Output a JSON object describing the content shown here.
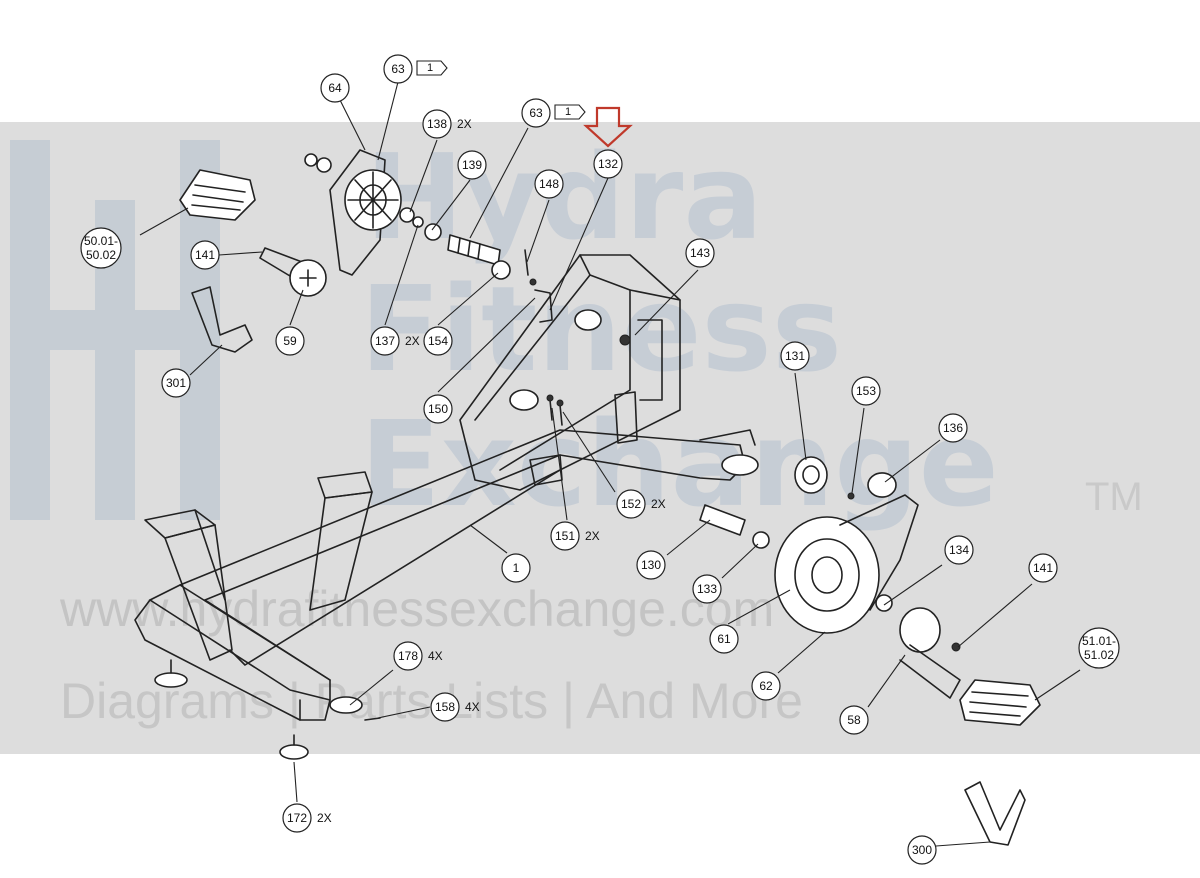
{
  "watermark": {
    "brand_line1": "Hydra",
    "brand_line2": "Fitness",
    "brand_line3": "Exchange",
    "trademark": "TM",
    "url": "www.hydrafitnessexchange.com",
    "tagline": "Diagrams | Parts Lists | And More"
  },
  "highlight": {
    "target_part": "132",
    "color": "#c0392b"
  },
  "flags": [
    {
      "id": "flag-a",
      "label": "1"
    },
    {
      "id": "flag-b",
      "label": "1"
    }
  ],
  "callouts": [
    {
      "id": "63a",
      "label": "63"
    },
    {
      "id": "64",
      "label": "64"
    },
    {
      "id": "138",
      "label": "138",
      "qty": "2X"
    },
    {
      "id": "139",
      "label": "139"
    },
    {
      "id": "63b",
      "label": "63"
    },
    {
      "id": "132",
      "label": "132"
    },
    {
      "id": "148",
      "label": "148"
    },
    {
      "id": "50",
      "label": "50.01-",
      "label2": "50.02"
    },
    {
      "id": "141a",
      "label": "141"
    },
    {
      "id": "143",
      "label": "143"
    },
    {
      "id": "59",
      "label": "59"
    },
    {
      "id": "137",
      "label": "137",
      "qty": "2X"
    },
    {
      "id": "154",
      "label": "154"
    },
    {
      "id": "301",
      "label": "301"
    },
    {
      "id": "150",
      "label": "150"
    },
    {
      "id": "131",
      "label": "131"
    },
    {
      "id": "153",
      "label": "153"
    },
    {
      "id": "136",
      "label": "136"
    },
    {
      "id": "152",
      "label": "152",
      "qty": "2X"
    },
    {
      "id": "151",
      "label": "151",
      "qty": "2X"
    },
    {
      "id": "1",
      "label": "1"
    },
    {
      "id": "130",
      "label": "130"
    },
    {
      "id": "134",
      "label": "134"
    },
    {
      "id": "133",
      "label": "133"
    },
    {
      "id": "141b",
      "label": "141"
    },
    {
      "id": "61",
      "label": "61"
    },
    {
      "id": "51",
      "label": "51.01-",
      "label2": "51.02"
    },
    {
      "id": "178",
      "label": "178",
      "qty": "4X"
    },
    {
      "id": "62",
      "label": "62"
    },
    {
      "id": "158",
      "label": "158",
      "qty": "4X"
    },
    {
      "id": "58",
      "label": "58"
    },
    {
      "id": "172",
      "label": "172",
      "qty": "2X"
    },
    {
      "id": "300",
      "label": "300"
    }
  ]
}
